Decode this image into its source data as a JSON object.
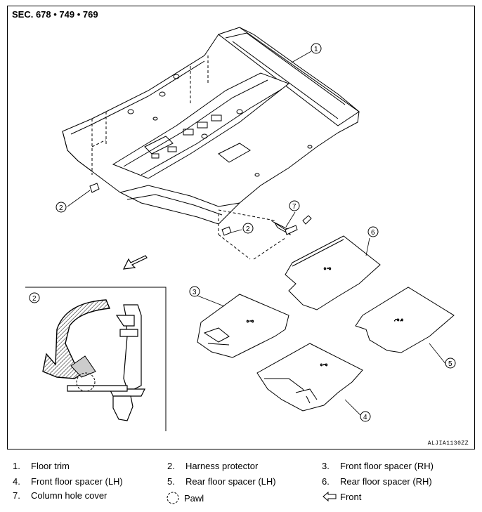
{
  "figure": {
    "section_label": "SEC. 678 • 749 • 769",
    "figure_code": "ALJIA1130ZZ",
    "callouts": [
      "1",
      "2",
      "2",
      "3",
      "4",
      "5",
      "6",
      "7",
      "2"
    ]
  },
  "legend": {
    "items": [
      {
        "num": "1.",
        "label": "Floor trim"
      },
      {
        "num": "2.",
        "label": "Harness protector"
      },
      {
        "num": "3.",
        "label": "Front floor spacer (RH)"
      },
      {
        "num": "4.",
        "label": "Front floor spacer (LH)"
      },
      {
        "num": "5.",
        "label": "Rear floor spacer (LH)"
      },
      {
        "num": "6.",
        "label": "Rear floor spacer (RH)"
      },
      {
        "num": "7.",
        "label": "Column hole cover"
      },
      {
        "icon": "pawl-dashed-circle-icon",
        "label": "Pawl"
      },
      {
        "icon": "front-arrow-icon",
        "label": "Front"
      }
    ]
  }
}
